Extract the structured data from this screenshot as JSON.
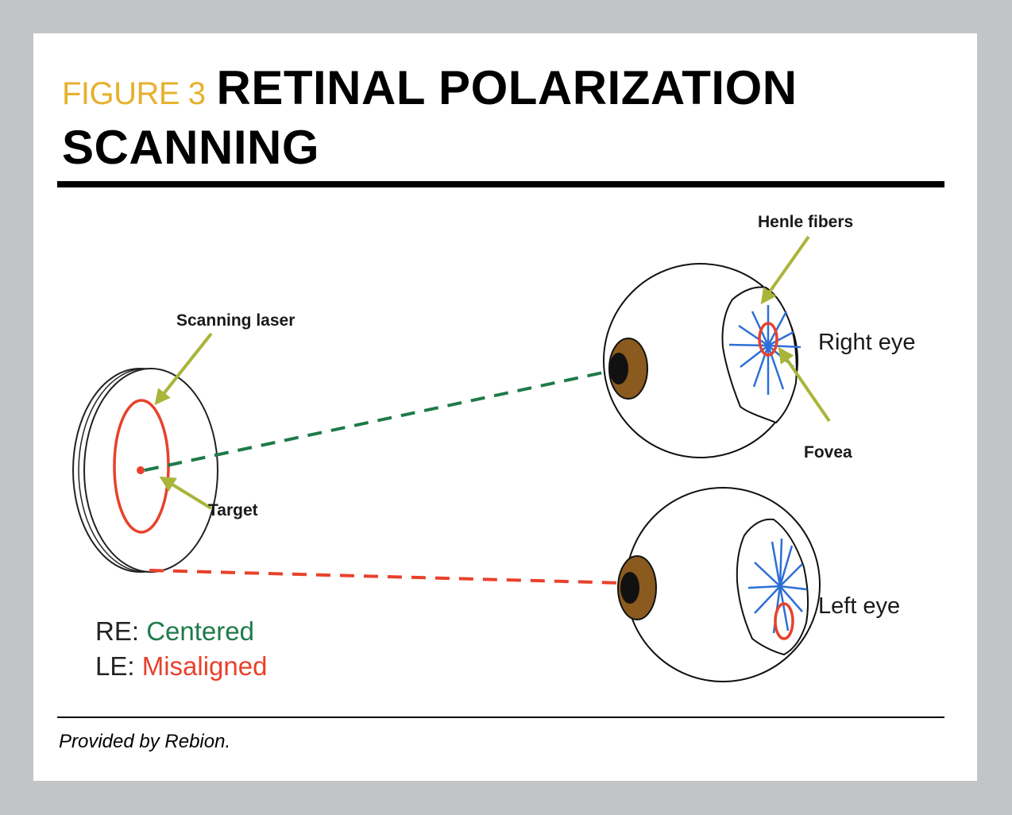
{
  "header": {
    "figure_number": "FIGURE 3",
    "title": "RETINAL POLARIZATION SCANNING"
  },
  "diagram": {
    "labels": {
      "scanning_laser": "Scanning laser",
      "target": "Target",
      "henle_fibers": "Henle fibers",
      "fovea": "Fovea",
      "right_eye": "Right eye",
      "left_eye": "Left eye"
    },
    "legend": {
      "re_prefix": "RE:",
      "re_status": "Centered",
      "le_prefix": "LE:",
      "le_status": "Misaligned"
    },
    "colors": {
      "centered": "#1f7a4a",
      "misaligned": "#e8412b",
      "pointer_arrow": "#a9b53a",
      "fiber": "#2d6fd6",
      "iris": "#8a5a1e"
    }
  },
  "footer": {
    "credit": "Provided by Rebion."
  }
}
